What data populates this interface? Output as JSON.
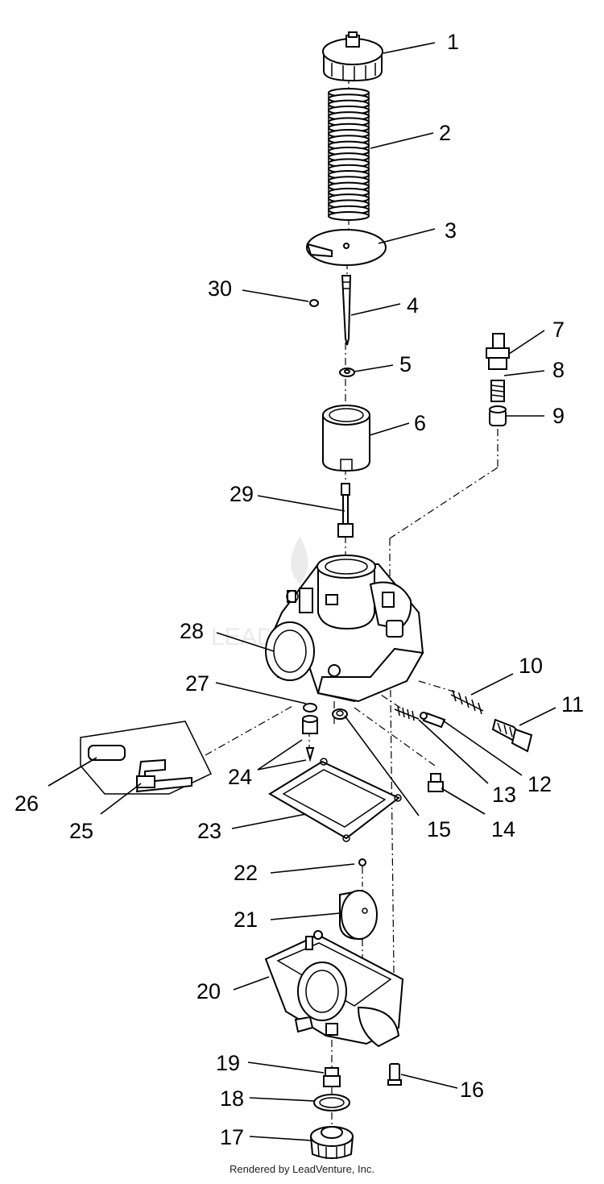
{
  "diagram": {
    "callouts": [
      "1",
      "2",
      "3",
      "4",
      "5",
      "6",
      "7",
      "8",
      "9",
      "10",
      "11",
      "12",
      "13",
      "14",
      "15",
      "16",
      "17",
      "18",
      "19",
      "20",
      "21",
      "22",
      "23",
      "24",
      "25",
      "26",
      "27",
      "28",
      "29",
      "30"
    ]
  },
  "footer": {
    "text": "Rendered by LeadVenture, Inc."
  },
  "watermark": {
    "text": "LEADVENTURE"
  }
}
